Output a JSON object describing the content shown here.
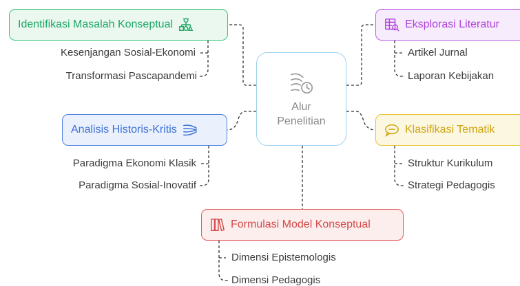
{
  "center": {
    "line1": "Alur",
    "line2": "Penelitian",
    "icon": "flow-wind-clock-icon"
  },
  "nodes": {
    "identifikasi": {
      "title": "Identifikasi Masalah Konseptual",
      "icon": "hierarchy-icon",
      "color": "#39c47c",
      "children": [
        "Kesenjangan Sosial-Ekonomi",
        "Transformasi Pascapandemi"
      ]
    },
    "eksplorasi": {
      "title": "Eksplorasi Literatur",
      "icon": "table-search-icon",
      "color": "#c061e8",
      "children": [
        "Artikel Jurnal",
        "Laporan Kebijakan"
      ]
    },
    "analisis": {
      "title": "Analisis Historis-Kritis",
      "icon": "wind-lines-icon",
      "color": "#4a80e0",
      "children": [
        "Paradigma Ekonomi Klasik",
        "Paradigma Sosial-Inovatif"
      ]
    },
    "klasifikasi": {
      "title": "Klasifikasi Tematik",
      "icon": "speech-bubble-icon",
      "color": "#e6c32c",
      "children": [
        "Struktur Kurikulum",
        "Strategi Pedagogis"
      ]
    },
    "formulasi": {
      "title": "Formulasi Model Konseptual",
      "icon": "books-icon",
      "color": "#e35a5a",
      "children": [
        "Dimensi Epistemologis",
        "Dimensi Pedagogis"
      ]
    }
  }
}
